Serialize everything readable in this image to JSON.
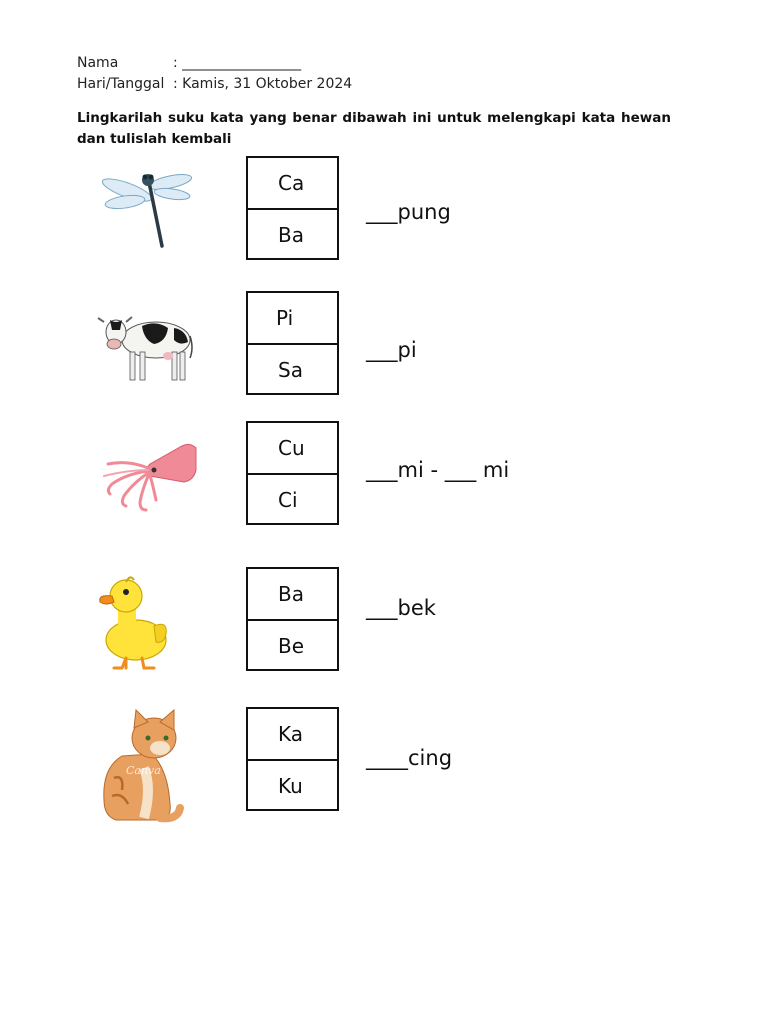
{
  "header": {
    "nama_label": "Nama",
    "nama_value": ": _________________",
    "hari_label": "Hari/Tanggal",
    "hari_value": ": Kamis, 31 Oktober 2024"
  },
  "instruction": "Lingkarilah suku kata yang benar dibawah ini untuk melengkapi kata hewan dan tulislah kembali",
  "items": [
    {
      "animal": "dragonfly-image",
      "options": [
        "Ca",
        "Ba"
      ],
      "word": "___pung"
    },
    {
      "animal": "cow-image",
      "options": [
        "Pi",
        "Sa"
      ],
      "word": "___pi"
    },
    {
      "animal": "squid-image",
      "options": [
        "Cu",
        "Ci"
      ],
      "word": "___mi - ___ mi"
    },
    {
      "animal": "duck-image",
      "options": [
        "Ba",
        "Be"
      ],
      "word": "___bek"
    },
    {
      "animal": "cat-image",
      "options": [
        "Ka",
        "Ku"
      ],
      "word": "____cing",
      "watermark": "Canva"
    }
  ]
}
